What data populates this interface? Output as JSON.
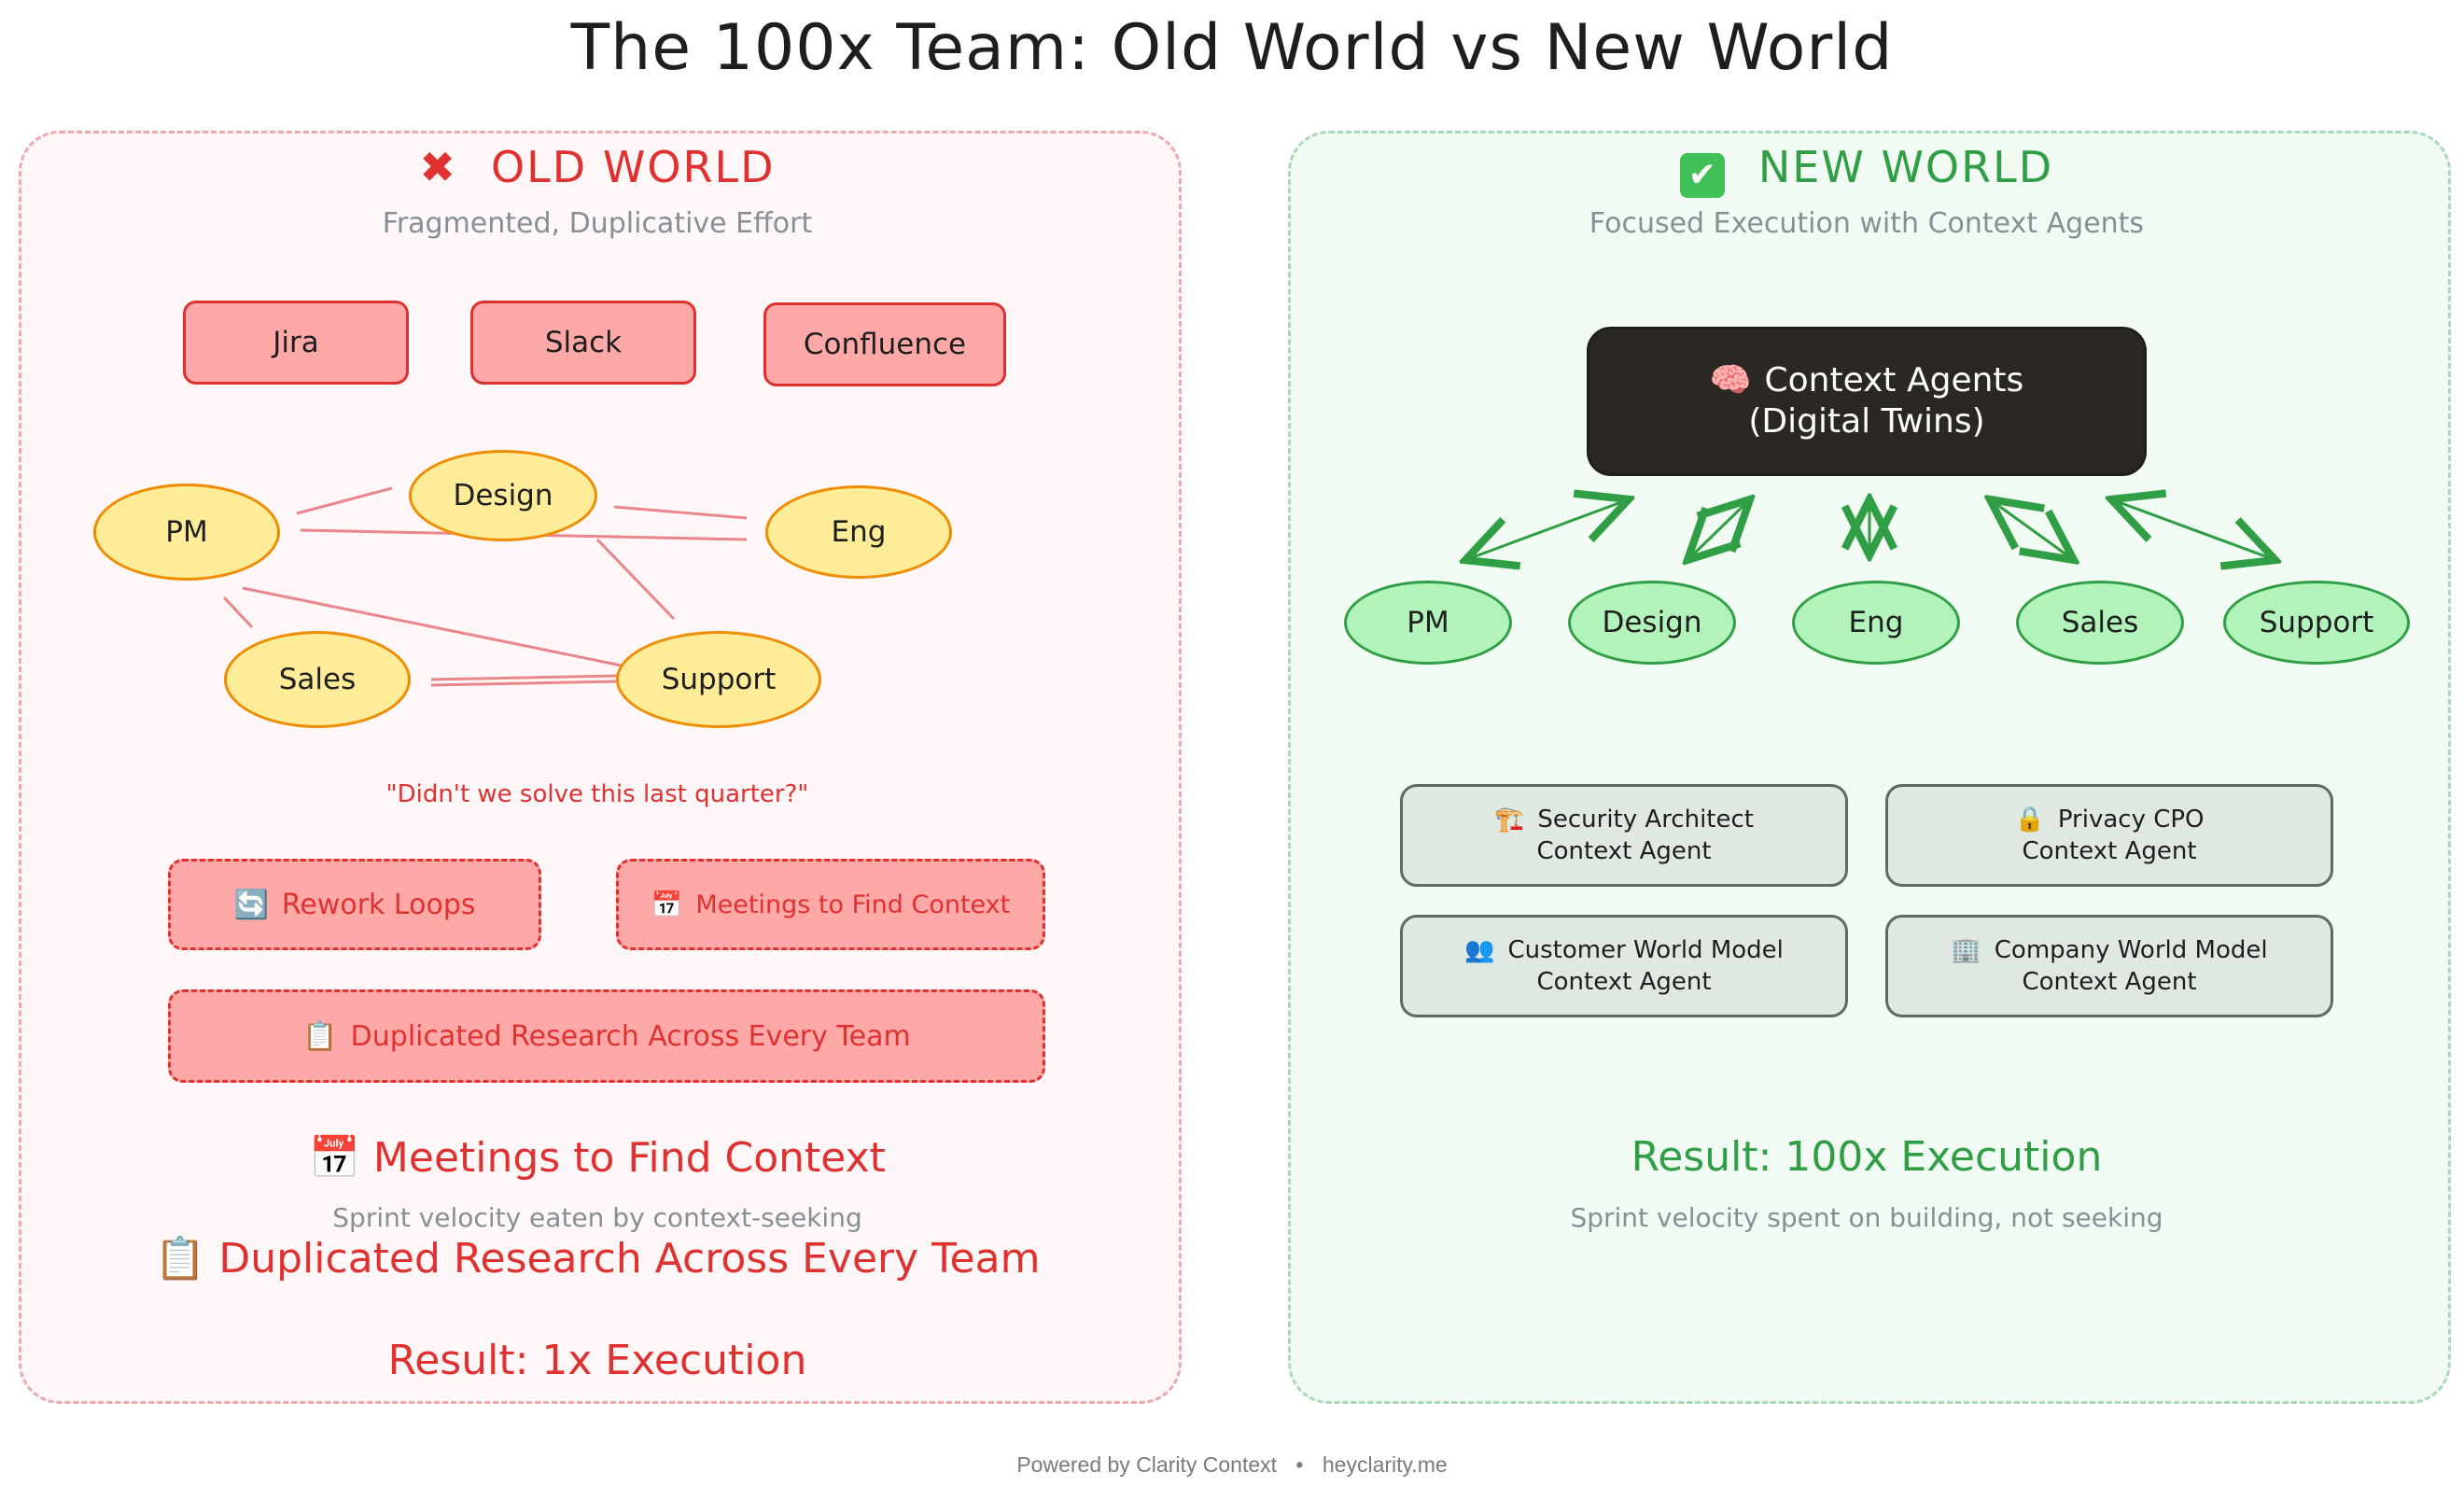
{
  "title": "The 100x Team: Old World vs New World",
  "old_world": {
    "icon": "cross-mark-icon",
    "icon_glyph": "✖",
    "heading": "OLD WORLD",
    "subheading": "Fragmented, Duplicative Effort",
    "tools": [
      "Jira",
      "Slack",
      "Confluence"
    ],
    "roles": [
      "PM",
      "Design",
      "Eng",
      "Sales",
      "Support"
    ],
    "quote": "\"Didn't we solve this last quarter?\"",
    "pain_points": [
      {
        "icon": "🔄",
        "label": "Rework Loops"
      },
      {
        "icon": "📅",
        "label": "Meetings to Find Context"
      },
      {
        "icon": "📋",
        "label": "Duplicated Research Across Every Team"
      }
    ],
    "meetings_callout": {
      "icon": "📅",
      "label": "Meetings to Find Context"
    },
    "velocity_note": "Sprint velocity eaten by context-seeking",
    "research_callout": {
      "icon": "📋",
      "label": "Duplicated Research Across Every Team"
    },
    "result": "Result: 1x Execution",
    "accent_color": "#e03131"
  },
  "new_world": {
    "icon": "check-mark-icon",
    "icon_glyph": "✔",
    "heading": "NEW WORLD",
    "subheading": "Focused Execution with Context Agents",
    "hub": {
      "icon": "🧠",
      "line1": "Context Agents",
      "line2": "(Digital Twins)"
    },
    "roles": [
      "PM",
      "Design",
      "Eng",
      "Sales",
      "Support"
    ],
    "agents": [
      {
        "icon": "🏗️",
        "line1": "Security Architect",
        "line2": "Context Agent"
      },
      {
        "icon": "🔒",
        "line1": "Privacy CPO",
        "line2": "Context Agent"
      },
      {
        "icon": "👥",
        "line1": "Customer World Model",
        "line2": "Context Agent"
      },
      {
        "icon": "🏢",
        "line1": "Company World Model",
        "line2": "Context Agent"
      }
    ],
    "result": "Result: 100x Execution",
    "velocity_note": "Sprint velocity spent on building, not seeking",
    "accent_color": "#2f9e44"
  },
  "footer": {
    "text": "Powered by Clarity Context",
    "separator": "•",
    "link": "heyclarity.me"
  }
}
